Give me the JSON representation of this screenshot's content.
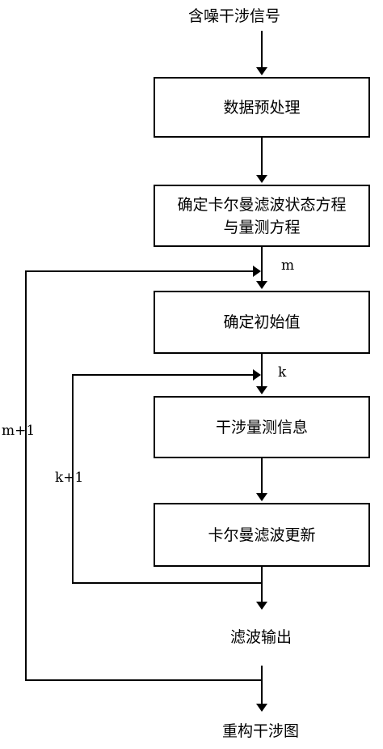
{
  "diagram": {
    "input": "含噪干涉信号",
    "steps": {
      "preprocess": "数据预处理",
      "kalman_equations_line1": "确定卡尔曼滤波状态方程",
      "kalman_equations_line2": "与量测方程",
      "initial_value": "确定初始值",
      "interference_measurement": "干涉量测信息",
      "kalman_update": "卡尔曼滤波更新"
    },
    "filter_output": "滤波输出",
    "output": "重构干涉图",
    "loops": {
      "outer_entry": "m",
      "outer_back": "m+1",
      "inner_entry": "k",
      "inner_back": "k+1"
    }
  }
}
